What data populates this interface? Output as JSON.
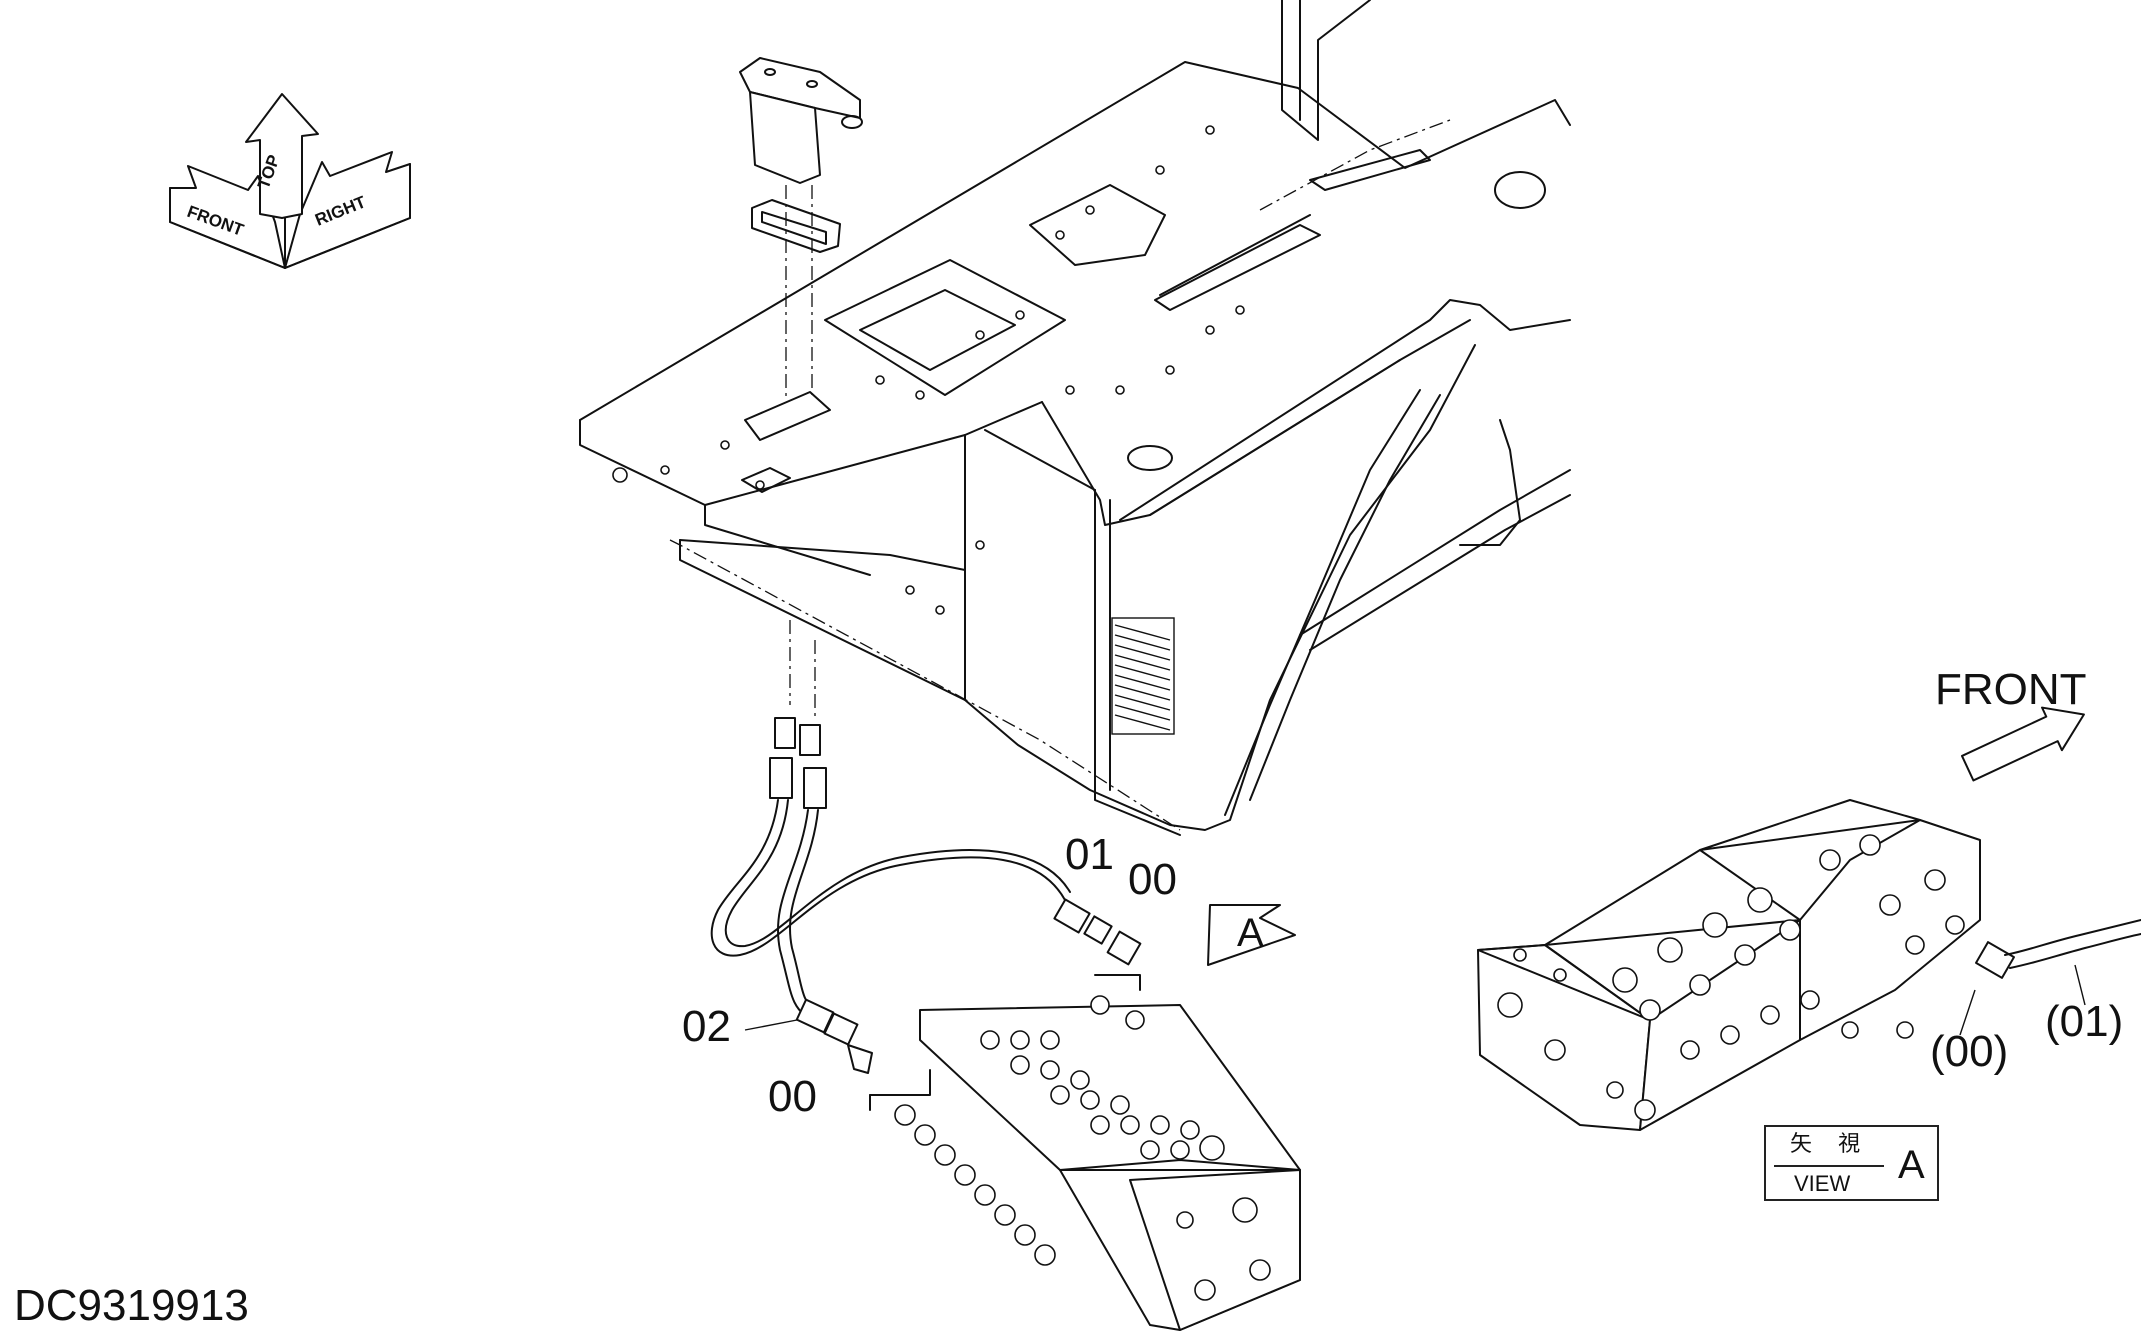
{
  "compass": {
    "top": "TOP",
    "front": "FRONT",
    "right": "RIGHT"
  },
  "callouts": {
    "c01": "01",
    "c00_upper": "00",
    "c02": "02",
    "c00_lower": "00",
    "view_marker": "A"
  },
  "view_a": {
    "front_label": "FRONT",
    "callout_00": "(00)",
    "callout_01": "(01)",
    "title_box": {
      "jp": "矢 視",
      "en": "VIEW",
      "letter": "A"
    }
  },
  "drawing_id": "DC9319913"
}
